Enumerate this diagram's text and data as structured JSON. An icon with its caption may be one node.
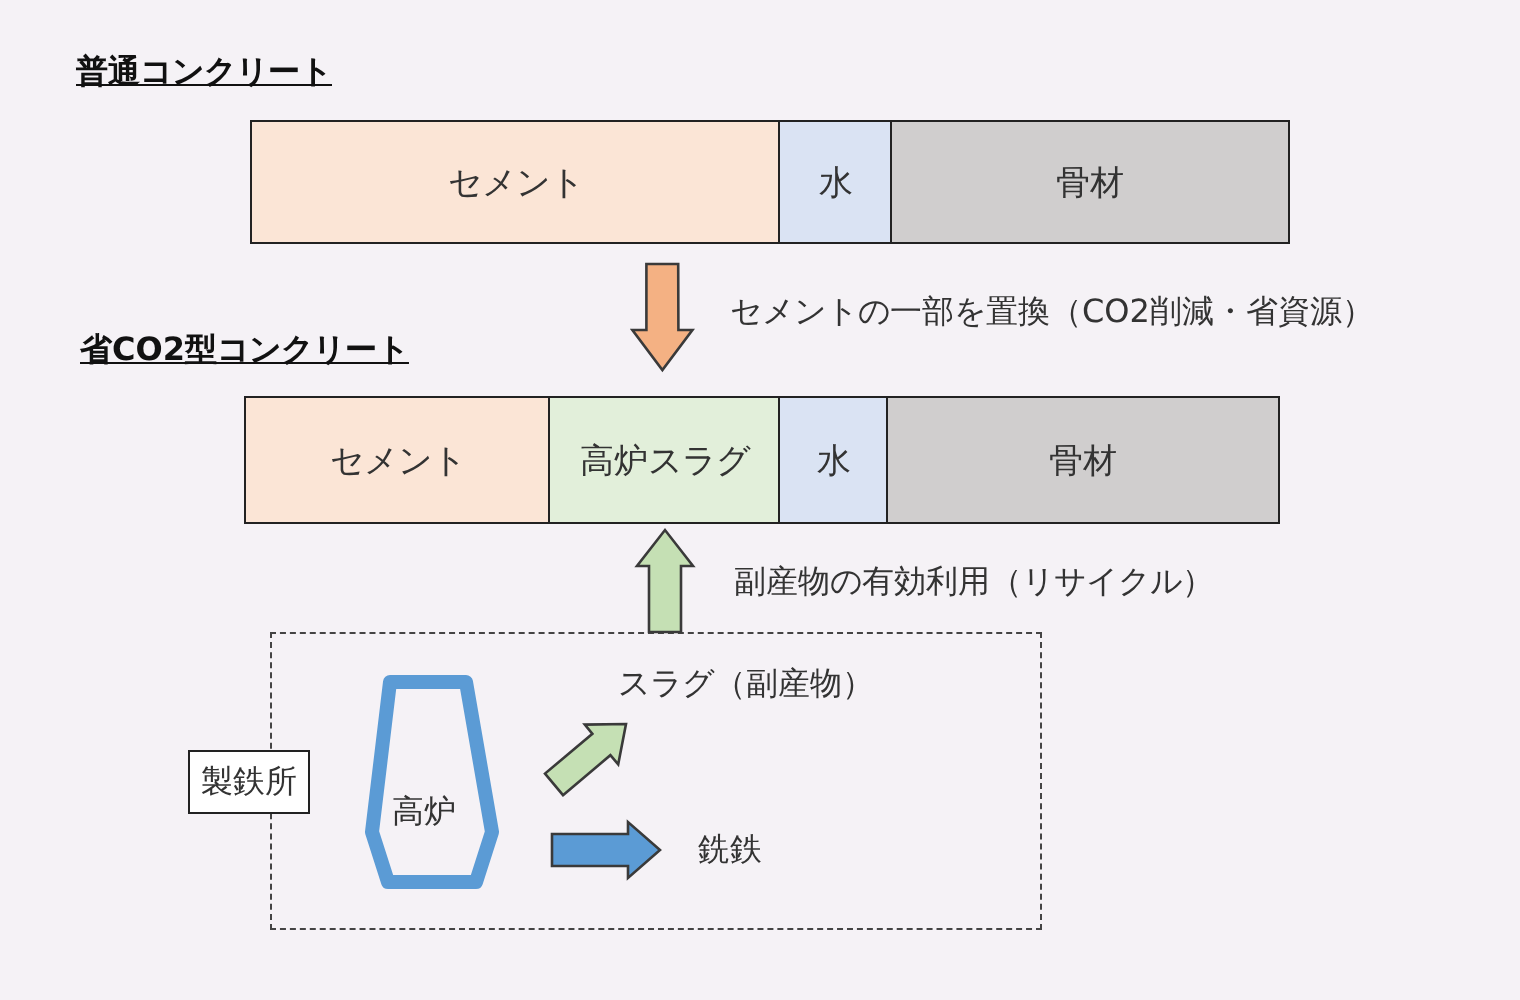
{
  "diagram": {
    "nodes": [
      {
        "text": [
          "セメント"
        ]
      },
      {
        "text": [
          "水"
        ]
      },
      {
        "text": [
          "骨材"
        ]
      },
      {
        "text": [
          "セメント"
        ]
      },
      {
        "text": [
          "高炉スラグ"
        ]
      },
      {
        "text": [
          "水"
        ]
      },
      {
        "text": [
          "骨材"
        ]
      },
      {
        "text": [],
        "shape": "box"
      },
      {
        "text": [
          "製鉄所"
        ]
      },
      {
        "text": [
          "高炉"
        ],
        "in": 7
      },
      {
        "text": [
          "スラグ（副産物）"
        ],
        "in": 7
      },
      {
        "text": [
          "銑鉄"
        ],
        "in": 7
      }
    ],
    "edges": [
      {
        "from": 0,
        "to": 4,
        "arrow": "to",
        "label": "セメントの一部を置換（CO2削減・省資源）",
        "color": "#f4b183"
      },
      {
        "from": 7,
        "to": 4,
        "arrow": "to",
        "label": "副産物の有効利用（リサイクル）",
        "color": "#c5e0b4"
      },
      {
        "from": 9,
        "to": 10,
        "arrow": "to",
        "color": "#c5e0b4"
      },
      {
        "from": 9,
        "to": 11,
        "arrow": "to",
        "color": "#5b9bd5"
      }
    ],
    "labels": [
      "普通コンクリート",
      "省CO2型コンクリート"
    ]
  }
}
